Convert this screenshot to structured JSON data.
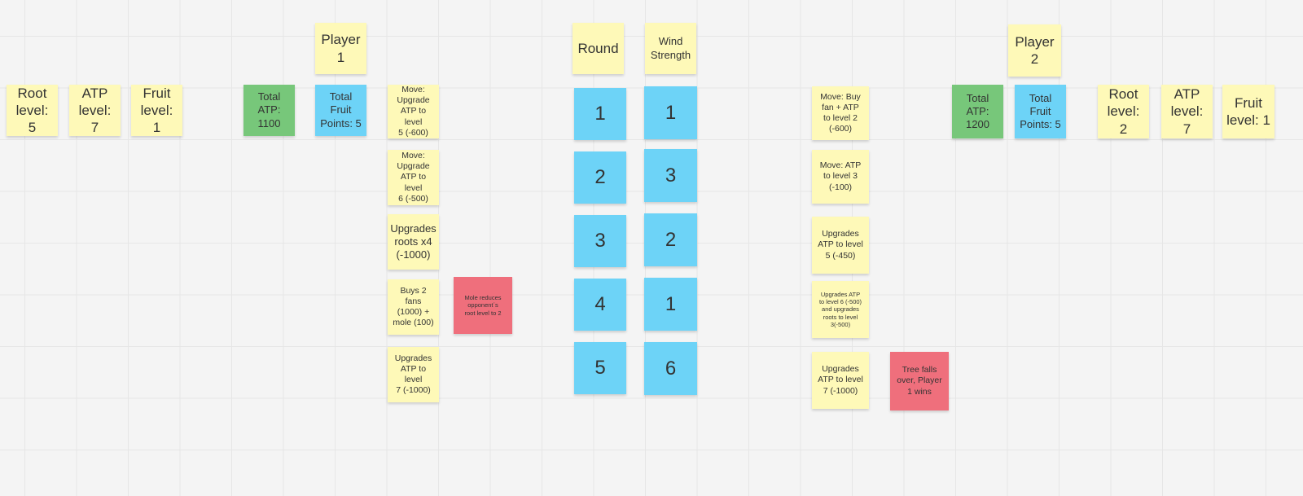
{
  "player1": {
    "title": "Player\n1",
    "root": "Root\nlevel: 5",
    "atp": "ATP\nlevel: 7",
    "fruit": "Fruit\nlevel: 1",
    "total_atp": "Total\nATP:\n1100",
    "total_fruit": "Total\nFruit\nPoints: 5",
    "moves": [
      "Move:\nUpgrade\nATP to level\n5 (-600)",
      "Move:\nUpgrade\nATP to level\n6 (-500)",
      "Upgrades\nroots x4\n(-1000)",
      "Buys 2 fans\n(1000) +\nmole (100)",
      "Upgrades\nATP to level\n7 (-1000)"
    ],
    "event": "Mole reduces\nopponent´s\nroot level to 2"
  },
  "center": {
    "round_label": "Round",
    "wind_label": "Wind\nStrength",
    "rounds": [
      "1",
      "2",
      "3",
      "4",
      "5"
    ],
    "wind": [
      "1",
      "3",
      "2",
      "1",
      "6"
    ]
  },
  "player2": {
    "title": "Player\n2",
    "root": "Root\nlevel: 2",
    "atp": "ATP\nlevel: 7",
    "fruit": "Fruit\nlevel: 1",
    "total_atp": "Total\nATP:\n1200",
    "total_fruit": "Total\nFruit\nPoints: 5",
    "moves": [
      "Move: Buy\nfan + ATP\nto level 2\n(-600)",
      "Move:  ATP\nto level 3\n(-100)",
      "Upgrades\nATP to level\n5 (-450)",
      "Upgrades ATP\nto level 6 (-500)\nand upgrades\nroots to level\n3(-500)",
      "Upgrades\nATP to level\n7 (-1000)"
    ],
    "event": "Tree falls\nover, Player\n1 wins"
  },
  "colors": {
    "yellow": "#fef9b8",
    "green": "#77c77a",
    "blue": "#6dd3f7",
    "red": "#ef6f7c"
  }
}
